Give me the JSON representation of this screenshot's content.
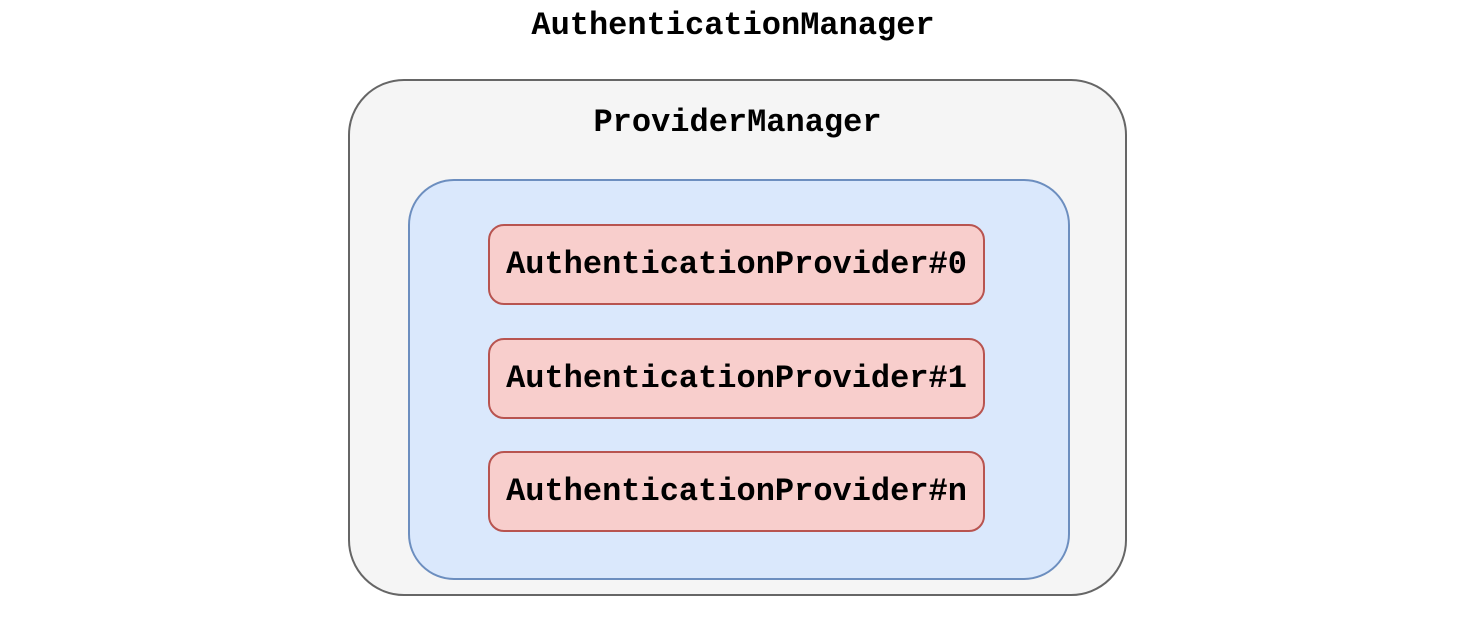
{
  "diagram": {
    "title": "AuthenticationManager",
    "provider_manager": {
      "label": "ProviderManager",
      "providers": [
        {
          "label": "AuthenticationProvider#0"
        },
        {
          "label": "AuthenticationProvider#1"
        },
        {
          "label": "AuthenticationProvider#n"
        }
      ]
    },
    "colors": {
      "canvas_background": "#ffffff",
      "outer_box_fill": "#f5f5f5",
      "outer_box_border": "#666666",
      "inner_box_fill": "#dae8fc",
      "inner_box_border": "#6c8ebf",
      "provider_box_fill": "#f8cecc",
      "provider_box_border": "#b85450",
      "text": "#000000"
    }
  }
}
